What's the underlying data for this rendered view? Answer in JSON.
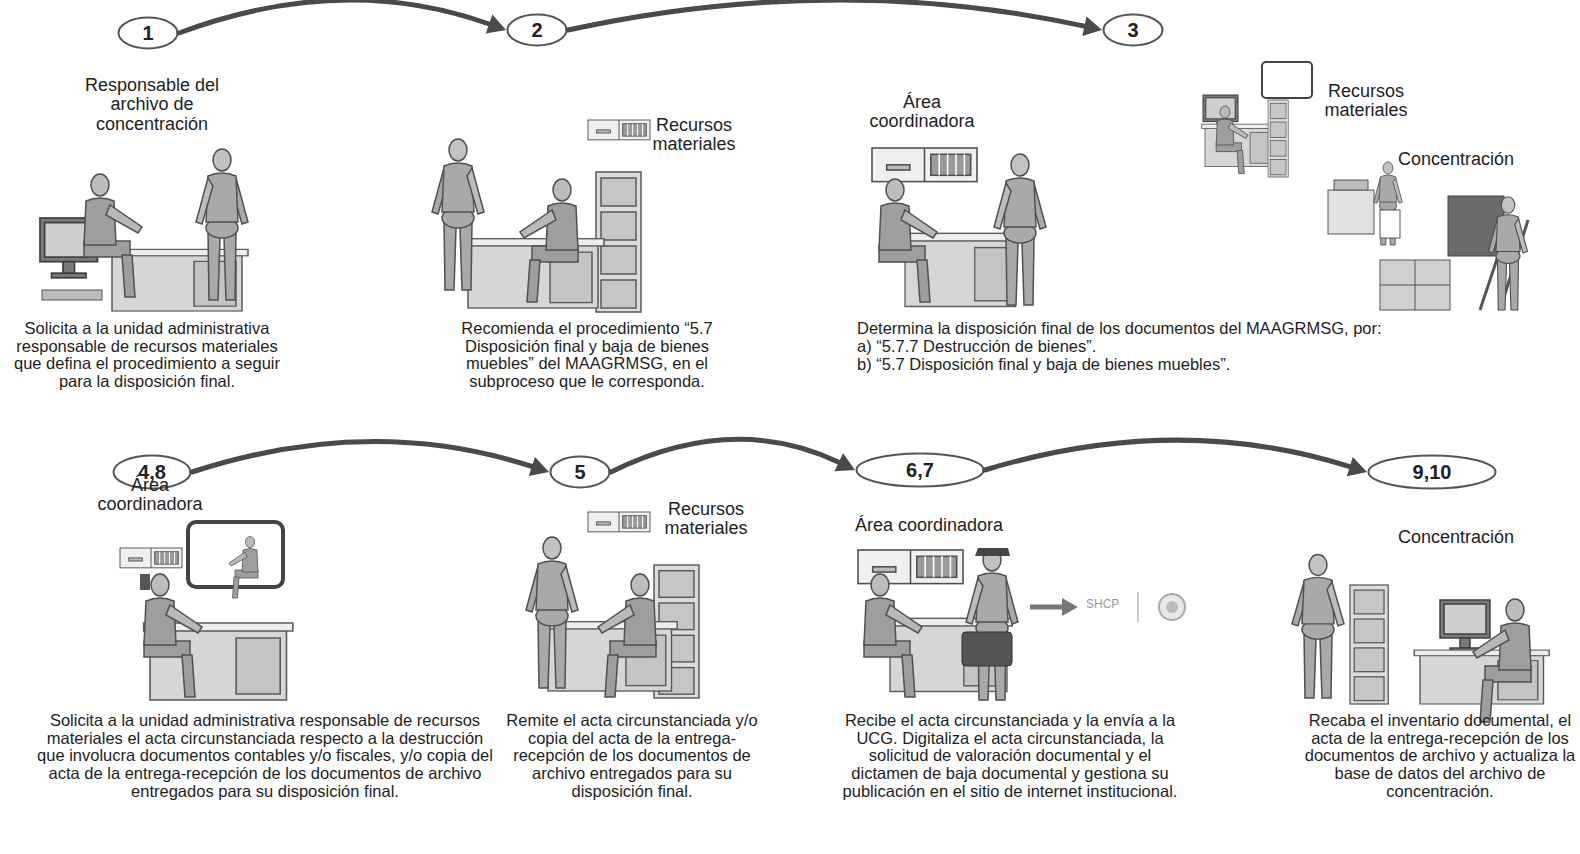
{
  "diagram": {
    "nodes": [
      {
        "text": [
          "1"
        ]
      },
      {
        "text": [
          "2"
        ]
      },
      {
        "text": [
          "3"
        ]
      },
      {
        "text": [
          "4,8"
        ]
      },
      {
        "text": [
          "5"
        ]
      },
      {
        "text": [
          "6,7"
        ]
      },
      {
        "text": [
          "9,10"
        ]
      }
    ],
    "edges": [
      {
        "from": 0,
        "to": 1,
        "arrow": "to"
      },
      {
        "from": 1,
        "to": 2,
        "arrow": "to"
      },
      {
        "from": 3,
        "to": 4,
        "arrow": "to"
      },
      {
        "from": 4,
        "to": 5,
        "arrow": "to"
      },
      {
        "from": 5,
        "to": 6,
        "arrow": "to"
      }
    ],
    "labels": [
      "Responsable del archivo de concentración",
      "Solicita a la unidad administrativa responsable de recursos materiales que defina el procedimiento a seguir para la disposición final.",
      "Recursos materiales",
      "Recomienda el procedimiento “5.7 Disposición final y baja de bienes muebles” del MAAGRMSG, en el subproceso que le corresponda.",
      "Área coordinadora",
      "Recursos materiales",
      "Concentración",
      "Determina la disposición final de los documentos del MAAGRMSG, por:",
      "a) “5.7.7 Destrucción de bienes”.",
      "b) “5.7 Disposición final y baja de bienes muebles”.",
      "Área coordinadora",
      "Solicita a la unidad administrativa responsable de recursos materiales el acta circunstanciada respecto a la destrucción que involucra documentos contables y/o fiscales, y/o copia del acta de la entrega-recepción de los documentos de archivo entregados para su disposición final.",
      "Recursos materiales",
      "Remite el acta circunstanciada y/o copia del acta de la entrega-recepción de los documentos de archivo entregados para su disposición final.",
      "Área coordinadora",
      "SHCP",
      "Recibe el acta circunstanciada y la envía a la UCG. Digitaliza el acta circunstanciada, la solicitud de valoración documental y el dictamen de baja documental y gestiona su publicación en el sitio de internet institucional.",
      "Concentración",
      "Recaba el inventario documental, el acta de la entrega-recepción de los documentos de archivo y actualiza la base de datos del archivo de concentración."
    ]
  }
}
